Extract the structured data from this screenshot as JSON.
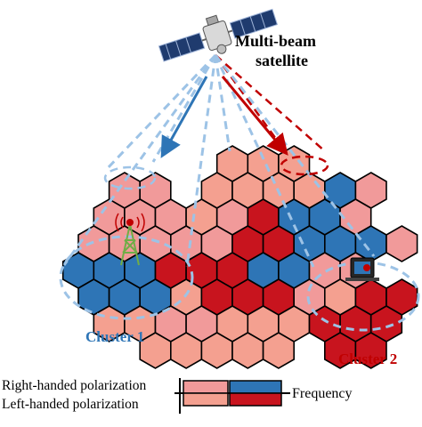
{
  "satellite": {
    "label_line1": "Multi-beam",
    "label_line2": "satellite"
  },
  "clusters": [
    {
      "label": "Cluster 1",
      "color": "#2e75b6"
    },
    {
      "label": "Cluster 2",
      "color": "#c00000"
    }
  ],
  "legend": {
    "right_handed": "Right-handed polarization",
    "left_handed": "Left-handed polarization",
    "frequency": "Frequency"
  },
  "colors": {
    "light_red": "#f4a090",
    "pink": "#f19a9a",
    "dark_red": "#c8141e",
    "blue": "#2e75b6",
    "dashed_outline": "#9dc3e6"
  },
  "icons": [
    "satellite-icon",
    "cell-tower-icon",
    "user-terminal-icon"
  ]
}
